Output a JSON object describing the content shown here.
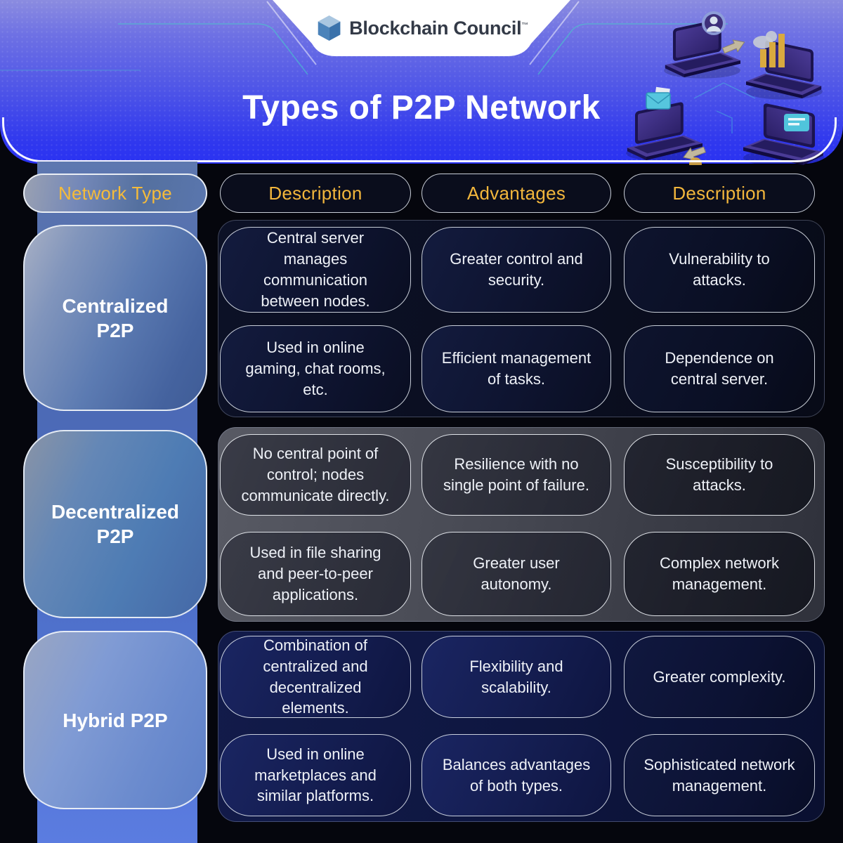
{
  "brand": {
    "name": "Blockchain Council",
    "tm": "™"
  },
  "title": "Types of P2P Network",
  "table": {
    "headers": [
      {
        "label": "Network Type"
      },
      {
        "label": "Description"
      },
      {
        "label": "Advantages"
      },
      {
        "label": "Description"
      }
    ],
    "rows": [
      {
        "network_type": "Centralized P2P",
        "description": [
          "Central server manages communication between nodes.",
          "Used in online gaming, chat rooms, etc."
        ],
        "advantages": [
          "Greater control and security.",
          "Efficient management of tasks."
        ],
        "description2": [
          "Vulnerability to attacks.",
          "Dependence on central server."
        ]
      },
      {
        "network_type": "Decentralized P2P",
        "description": [
          "No central point of control; nodes communicate directly.",
          "Used in file sharing and peer-to-peer applications."
        ],
        "advantages": [
          "Resilience with no single point of failure.",
          "Greater user autonomy."
        ],
        "description2": [
          "Susceptibility to attacks.",
          "Complex network management."
        ]
      },
      {
        "network_type": "Hybrid P2P",
        "description": [
          "Combination of centralized and decentralized elements.",
          "Used in online marketplaces and similar platforms."
        ],
        "advantages": [
          "Flexibility and scalability.",
          "Balances advantages of both types."
        ],
        "description2": [
          "Greater complexity.",
          "Sophisticated network management."
        ]
      }
    ]
  },
  "illustration": {
    "description": "Isometric laptops exchanging data in a peer-to-peer loop",
    "icons": [
      "laptop-icon",
      "user-avatar-icon",
      "bar-chart-icon",
      "envelope-icon",
      "arrow-icon",
      "card-icon"
    ]
  },
  "colors": {
    "accent_gold": "#F2B63C",
    "header_gradient_top": "#8B8CE0",
    "header_gradient_bottom": "#2A32F2",
    "band_blue": "#5477D8",
    "page_background": "#05060D",
    "cell_border": "#E8EDF5"
  }
}
